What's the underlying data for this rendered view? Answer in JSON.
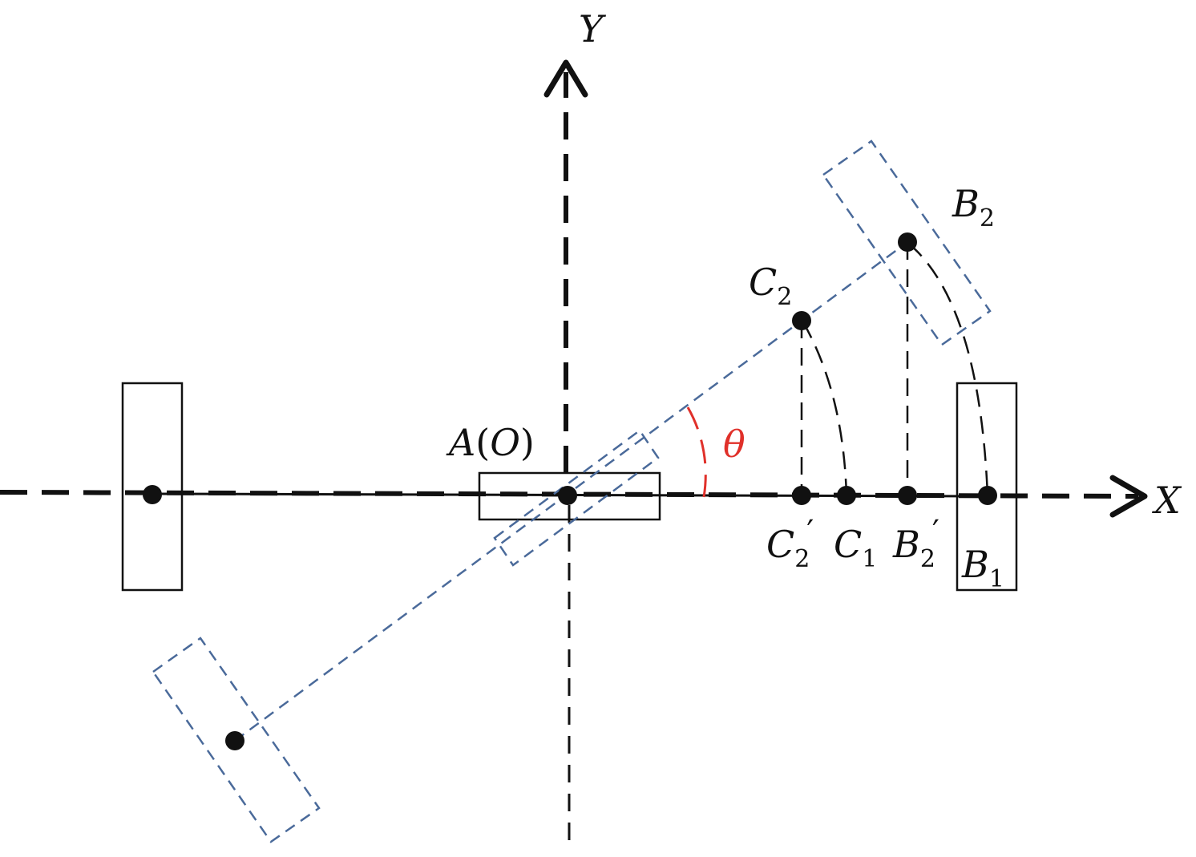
{
  "axes": {
    "x_label": "X",
    "y_label": "Y"
  },
  "points": {
    "origin": {
      "base": "A",
      "paren_open": "(",
      "inner": "O",
      "paren_close": ")"
    },
    "c2": {
      "base": "C",
      "sub": "2"
    },
    "c2_prime": {
      "base": "C",
      "sub": "2",
      "prime": "′"
    },
    "c1": {
      "base": "C",
      "sub": "1"
    },
    "b2": {
      "base": "B",
      "sub": "2"
    },
    "b2_prime": {
      "base": "B",
      "sub": "2",
      "prime": "′"
    },
    "b1": {
      "base": "B",
      "sub": "1"
    }
  },
  "angle": {
    "label": "θ"
  },
  "colors": {
    "axis": "#111111",
    "original_frame": "#111111",
    "rotated_frame": "#4a6a9a",
    "angle_arc": "#e0302a"
  }
}
